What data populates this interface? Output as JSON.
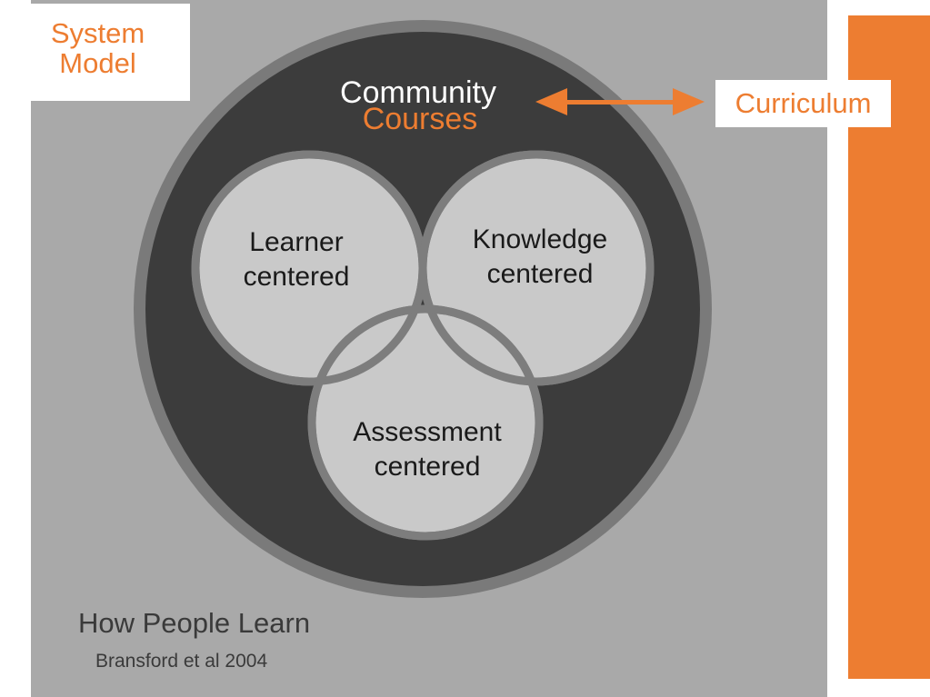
{
  "slide": {
    "system_model_line1": "System",
    "system_model_line2": "Model",
    "curriculum_label": "Curriculum",
    "caption_title": "How People Learn",
    "caption_subtitle": "Bransford et al 2004"
  },
  "diagram": {
    "outer_label": "Community",
    "outer_sublabel": "Courses",
    "circles": [
      {
        "line1": "Learner",
        "line2": "centered"
      },
      {
        "line1": "Knowledge",
        "line2": "centered"
      },
      {
        "line1": "Assessment",
        "line2": "centered"
      }
    ]
  },
  "colors": {
    "accent_orange": "#ed7d31",
    "panel_gray": "#a9a9a9",
    "outer_ring": "#7a7a7a",
    "community_fill": "#3c3c3c",
    "inner_circle_fill": "#c9c9c9",
    "inner_circle_stroke": "#7d7d7d",
    "label_text": "#1a1a1a"
  },
  "icons": {
    "curriculum_arrow": "double-headed-arrow-icon"
  }
}
